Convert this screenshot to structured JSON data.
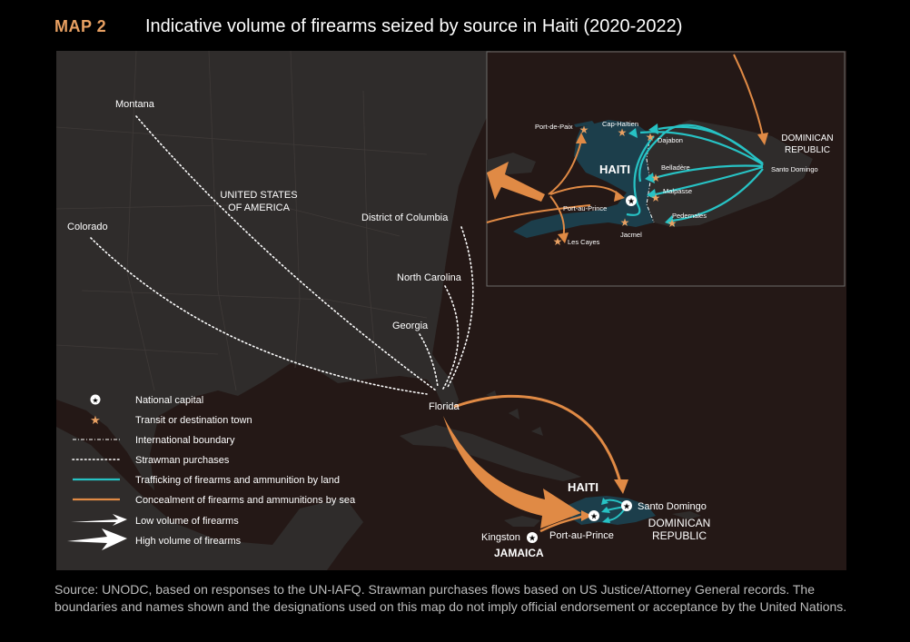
{
  "header": {
    "map_number": "MAP 2",
    "title": "Indicative volume of firearms seized by source in Haiti (2020-2022)"
  },
  "colors": {
    "background": "#000000",
    "land": "#2f2c2b",
    "sea": "#241816",
    "hispaniola": "#1c3e4b",
    "concealment_sea": "#e08a45",
    "trafficking_land": "#27c2c4",
    "strawman": "#ffffff",
    "town_star": "#e8a062",
    "title_accent": "#e8a062"
  },
  "main_map": {
    "labels": {
      "usa": [
        "UNITED STATES",
        "OF AMERICA"
      ],
      "montana": "Montana",
      "colorado": "Colorado",
      "dc": "District of Columbia",
      "north_carolina": "North Carolina",
      "georgia": "Georgia",
      "florida": "Florida",
      "haiti": "HAITI",
      "santo_domingo": "Santo Domingo",
      "dominican_republic": [
        "DOMINICAN",
        "REPUBLIC"
      ],
      "port_au_prince": "Port-au-Prince",
      "kingston": "Kingston",
      "jamaica": "JAMAICA"
    }
  },
  "inset_map": {
    "labels": {
      "haiti": "HAITI",
      "dominican_republic": [
        "DOMINICAN",
        "REPUBLIC"
      ],
      "santo_domingo": "Santo Domingo",
      "port_de_paix": "Port-de-Paix",
      "cap_haitien": "Cap-Haïtien",
      "dajabon": "Dajabon",
      "belladere": "Belladère",
      "malpasse": "Malpasse",
      "pedernales": "Pedernales",
      "jacmel": "Jacmel",
      "les_cayes": "Les Cayes",
      "port_au_prince": "Port-au-Prince"
    }
  },
  "legend": {
    "items": [
      {
        "icon": "capital-icon",
        "label": "National capital"
      },
      {
        "icon": "star-icon",
        "label": "Transit or destination town"
      },
      {
        "icon": "boundary-line-icon",
        "label": "International boundary"
      },
      {
        "icon": "dotted-line-icon",
        "label": "Strawman purchases"
      },
      {
        "icon": "teal-line-icon",
        "label": "Trafficking of firearms and ammunition by land"
      },
      {
        "icon": "orange-line-icon",
        "label": "Concealment of firearms and ammunitions by sea"
      },
      {
        "icon": "thin-arrow-icon",
        "label": "Low volume of firearms"
      },
      {
        "icon": "thick-arrow-icon",
        "label": "High volume of firearms"
      }
    ]
  },
  "source": "Source: UNODC, based on responses to the UN-IAFQ. Strawman purchases flows based on US Justice/Attorney General records. The boundaries and names shown and the designations used on this map do not imply official endorsement or acceptance by the United Nations."
}
